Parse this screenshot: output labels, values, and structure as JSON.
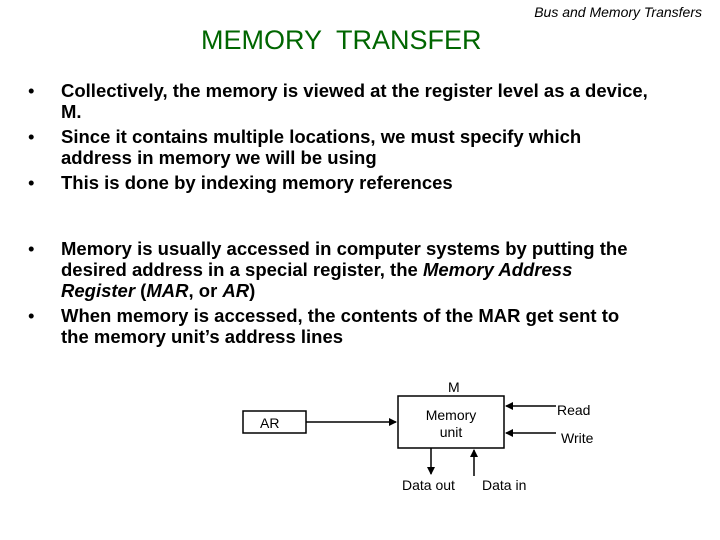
{
  "header": {
    "note": "Bus and Memory Transfers"
  },
  "title": "MEMORY  TRANSFER",
  "bullets_top": [
    "Collectively, the memory is viewed at the register level as a device, M.",
    "Since it contains multiple locations, we must specify which address in memory we will be using",
    "This is done by indexing memory references"
  ],
  "bullets_bottom": [
    {
      "pre": "Memory is usually accessed in computer systems by putting the desired address in a special register, the ",
      "em1": "Memory Address Register",
      "mid1": " (",
      "em2": "MAR",
      "mid2": ", or ",
      "em3": "AR",
      "post": ")"
    },
    {
      "text": "When memory is accessed, the contents of the MAR get sent to the memory unit’s address lines"
    }
  ],
  "diagram": {
    "m_label": "M",
    "ar_label": "AR",
    "memory_label_line1": "Memory",
    "memory_label_line2": "unit",
    "read_label": "Read",
    "write_label": "Write",
    "data_out_label": "Data out",
    "data_in_label": "Data in"
  }
}
